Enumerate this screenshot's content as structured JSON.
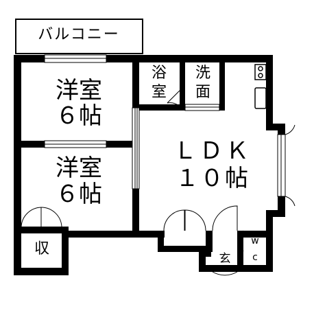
{
  "rooms": {
    "balcony": "バルコニー",
    "western_room_1": {
      "name": "洋室",
      "size": "６帖"
    },
    "western_room_2": {
      "name": "洋室",
      "size": "６帖"
    },
    "bath": {
      "line1": "浴",
      "line2": "室"
    },
    "washroom": {
      "line1": "洗",
      "line2": "面"
    },
    "ldk": {
      "name": "ＬＤＫ",
      "size": "１０帖"
    },
    "storage": "収",
    "entrance": "玄",
    "wc": {
      "line1": "w",
      "line2": "c"
    }
  },
  "colors": {
    "wall": "#000000",
    "background": "#ffffff"
  }
}
